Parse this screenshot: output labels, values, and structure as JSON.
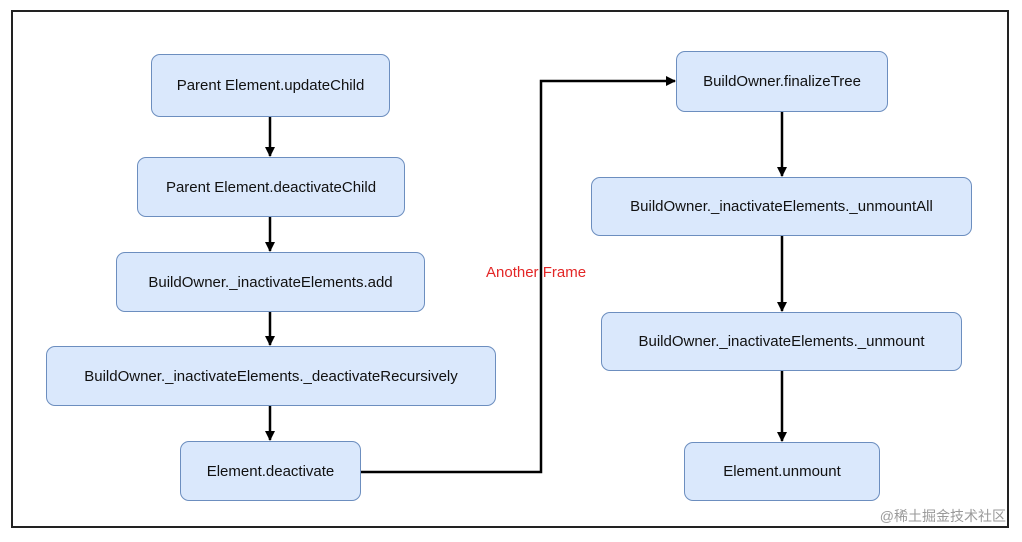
{
  "nodes": {
    "parent_update_child": "Parent Element.updateChild",
    "parent_deactivate_child": "Parent Element.deactivateChild",
    "inactive_add": "BuildOwner._inactivateElements.add",
    "inactive_deactivate_recursively": "BuildOwner._inactivateElements._deactivateRecursively",
    "element_deactivate": "Element.deactivate",
    "finalize_tree": "BuildOwner.finalizeTree",
    "inactive_unmount_all": "BuildOwner._inactivateElements._unmountAll",
    "inactive_unmount": "BuildOwner._inactivateElements._unmount",
    "element_unmount": "Element.unmount"
  },
  "edge_label": "Another Frame",
  "watermark": "@稀土掘金技术社区",
  "colors": {
    "node_fill": "#dae8fc",
    "node_border": "#6c8ebf",
    "edge": "#000000",
    "edge_label": "#e32626"
  }
}
